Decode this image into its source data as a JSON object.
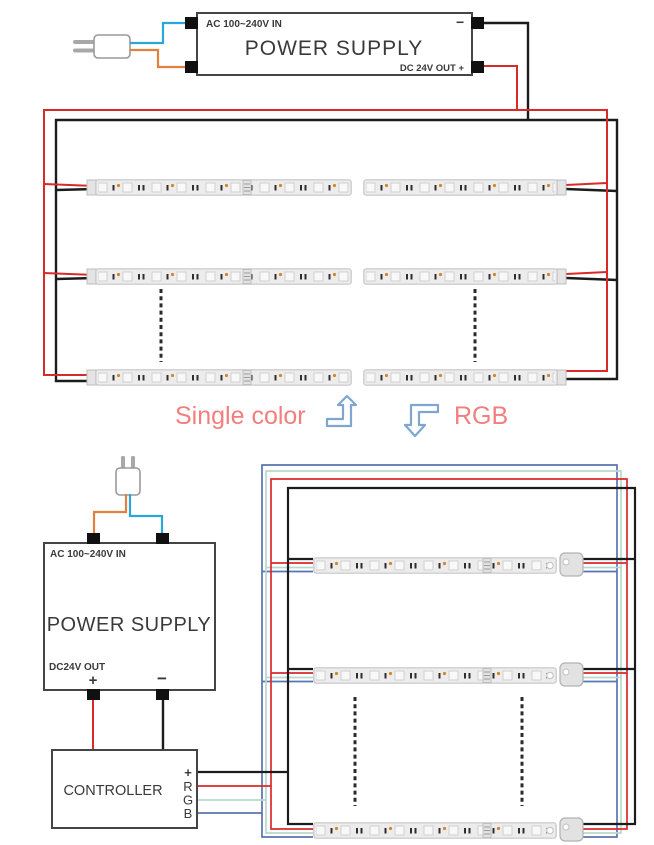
{
  "top_section": {
    "power_supply": {
      "input_label": "AC 100~240V IN",
      "minus_label": "−",
      "title": "POWER SUPPLY",
      "output_label": "DC 24V OUT +"
    },
    "type_label": "Single color"
  },
  "bottom_section": {
    "power_supply": {
      "input_label": "AC 100~240V IN",
      "title": "POWER SUPPLY",
      "output_label": "DC24V OUT",
      "plus_label": "+",
      "minus_label": "−"
    },
    "controller": {
      "title": "CONTROLLER",
      "terminals": [
        "+",
        "R",
        "G",
        "B"
      ]
    },
    "type_label": "RGB"
  },
  "icons": {
    "plug-icon": "two-prong power plug shape",
    "turn-up-arrow-icon": "elbow arrow turning up",
    "turn-down-arrow-icon": "elbow arrow turning down",
    "led-strip": "gray strip with LED chips",
    "terminal": "black square connection lug"
  },
  "colors": {
    "wire_red": "#d92a2a",
    "wire_black": "#1c1c1c",
    "wire_orange": "#e0813f",
    "wire_cyan": "#2ba6d9",
    "wire_green": "#b9d8cd",
    "wire_blue": "#5a74b2",
    "label_pink": "#f27e7e",
    "arrow_blue": "#7ea6ce"
  }
}
